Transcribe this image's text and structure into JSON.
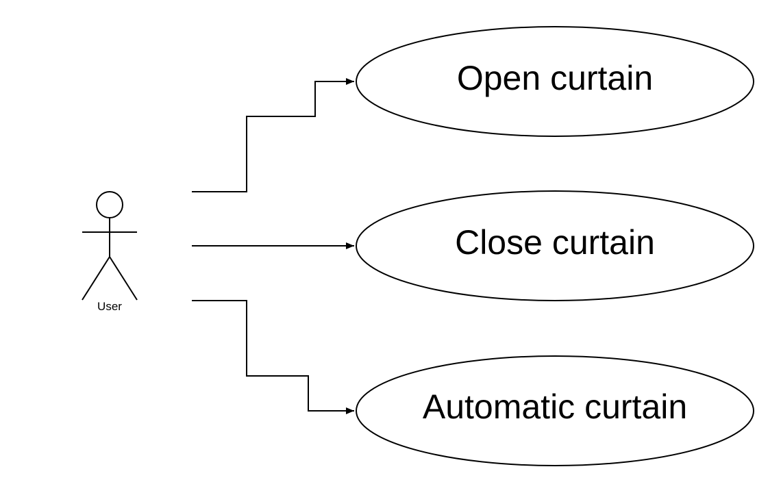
{
  "actor": {
    "label": "User"
  },
  "use_cases": [
    {
      "label": "Open curtain"
    },
    {
      "label": "Close curtain"
    },
    {
      "label": "Automatic curtain"
    }
  ],
  "colors": {
    "stroke": "#000000",
    "background": "#ffffff"
  }
}
